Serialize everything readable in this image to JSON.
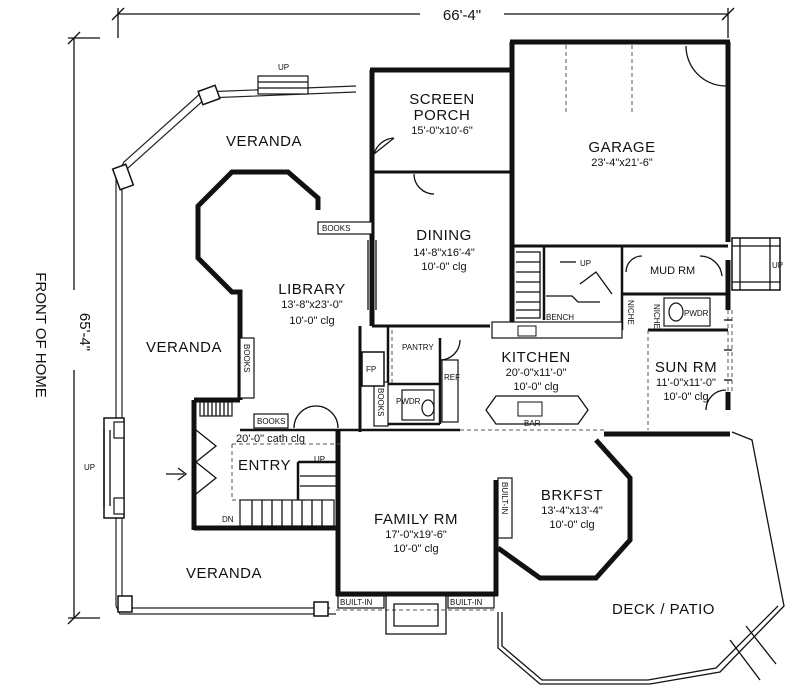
{
  "dimensions": {
    "width": "66'-4\"",
    "depth": "65'-4\"",
    "front": "FRONT OF HOME"
  },
  "rooms": {
    "veranda_top": {
      "name": "VERANDA"
    },
    "veranda_left": {
      "name": "VERANDA"
    },
    "veranda_bottom": {
      "name": "VERANDA"
    },
    "screen_porch": {
      "name_line1": "SCREEN",
      "name_line2": "PORCH",
      "size": "15'-0\"x10'-6\""
    },
    "garage": {
      "name": "GARAGE",
      "size": "23'-4\"x21'-6\""
    },
    "dining": {
      "name": "DINING",
      "size": "14'-8\"x16'-4\"",
      "ceiling": "10'-0\" clg"
    },
    "library": {
      "name": "LIBRARY",
      "size": "13'-8\"x23'-0\"",
      "ceiling": "10'-0\" clg"
    },
    "kitchen": {
      "name": "KITCHEN",
      "size": "20'-0\"x11'-0\"",
      "ceiling": "10'-0\" clg"
    },
    "mud_rm": {
      "name": "MUD RM"
    },
    "sun_rm": {
      "name": "SUN RM",
      "size": "11'-0\"x11'-0\"",
      "ceiling": "10'-0\" clg"
    },
    "entry": {
      "name": "ENTRY",
      "ceiling": "20'-0\" cath clg"
    },
    "family_rm": {
      "name": "FAMILY RM",
      "size": "17'-0\"x19'-6\"",
      "ceiling": "10'-0\" clg"
    },
    "brkfst": {
      "name": "BRKFST",
      "size": "13'-4\"x13'-4\"",
      "ceiling": "10'-0\" clg"
    },
    "deck": {
      "name": "DECK / PATIO"
    }
  },
  "labels": {
    "books": "BOOKS",
    "pantry": "PANTRY",
    "pwdr": "PWDR",
    "ref": "REF",
    "bar": "BAR",
    "bench": "BENCH",
    "niche": "NICHE",
    "fp": "FP",
    "built_in": "BUILT-IN",
    "up": "UP",
    "dn": "DN"
  }
}
